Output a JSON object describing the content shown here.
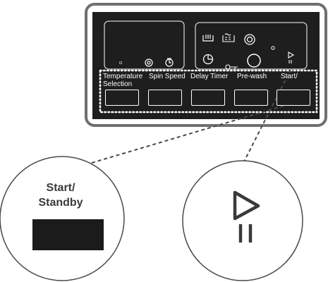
{
  "controls": [
    {
      "label_lines": [
        "Temperature",
        "Selection"
      ]
    },
    {
      "label_lines": [
        "Spin Speed"
      ]
    },
    {
      "label_lines": [
        "Delay Timer"
      ]
    },
    {
      "label_lines": [
        "Pre-wash"
      ]
    },
    {
      "label_lines": [
        "Start/"
      ]
    }
  ],
  "callout": {
    "label_line1": "Start/",
    "label_line2": "Standby",
    "icons": [
      "play-icon",
      "pause-icon"
    ]
  },
  "display_icons": [
    "spin-dial-icon",
    "timer-icon",
    "prewash-basin-icon",
    "soak-icon",
    "spiral-icon",
    "delay-timer-icon",
    "child-lock-icon",
    "power-circle-icon",
    "play-pause-icon"
  ],
  "colors": {
    "panel": "#1e1e1e",
    "frame_border": "#6f6f6f",
    "callout_stroke": "#4a4a4a",
    "text_dark": "#3a3a3a",
    "text_light": "#ffffff"
  }
}
